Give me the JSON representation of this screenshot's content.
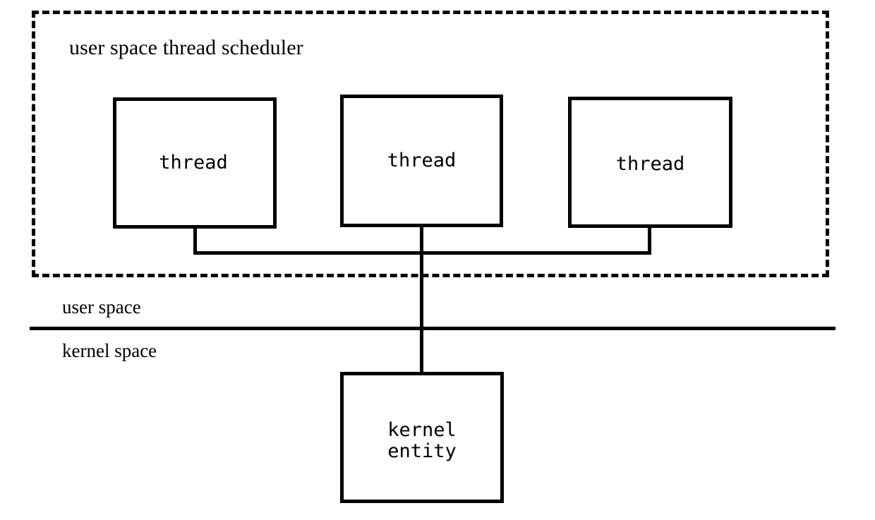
{
  "diagram": {
    "title": "user space thread scheduler",
    "scheduler_region": {
      "label": "user space thread scheduler",
      "border_style": "dashed"
    },
    "threads": [
      {
        "label": "thread"
      },
      {
        "label": "thread"
      },
      {
        "label": "thread"
      }
    ],
    "kernel_entity": {
      "label": "kernel\nentity",
      "line1": "kernel",
      "line2": "entity"
    },
    "space_labels": {
      "user": "user space",
      "kernel": "kernel space"
    },
    "colors": {
      "stroke": "#000000",
      "background": "#ffffff"
    }
  }
}
